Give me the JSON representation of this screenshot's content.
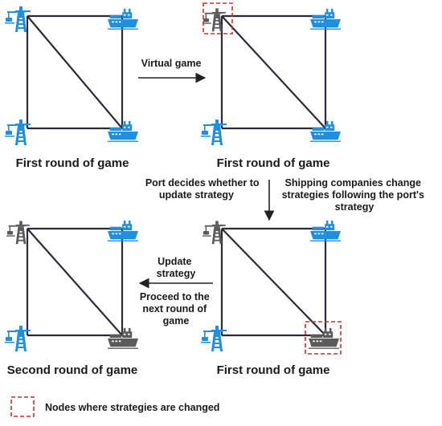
{
  "colors": {
    "edge": "#2b2b36",
    "blue": "#1f8fe0",
    "gray": "#5b5b5b",
    "highlight": "#e0262b",
    "arrow": "#222222"
  },
  "icons": {
    "port": "port-crane-icon",
    "ship": "container-ship-icon"
  },
  "panels": {
    "top_left": {
      "caption": "First round of game"
    },
    "top_right": {
      "caption": "First round of game"
    },
    "bottom_right": {
      "caption": "First round of game"
    },
    "bottom_left": {
      "caption": "Second round of game"
    }
  },
  "arrows": {
    "virtual_game": "Virtual game",
    "port_decides": [
      "Port decides whether to",
      "update strategy"
    ],
    "shipping_change": [
      "Shipping companies change",
      "strategies following the port's",
      "strategy"
    ],
    "update_strategy": [
      "Update",
      "strategy"
    ],
    "proceed": [
      "Proceed to the",
      "next round of",
      "game"
    ]
  },
  "legend": {
    "label": "Nodes where strategies are changed"
  }
}
